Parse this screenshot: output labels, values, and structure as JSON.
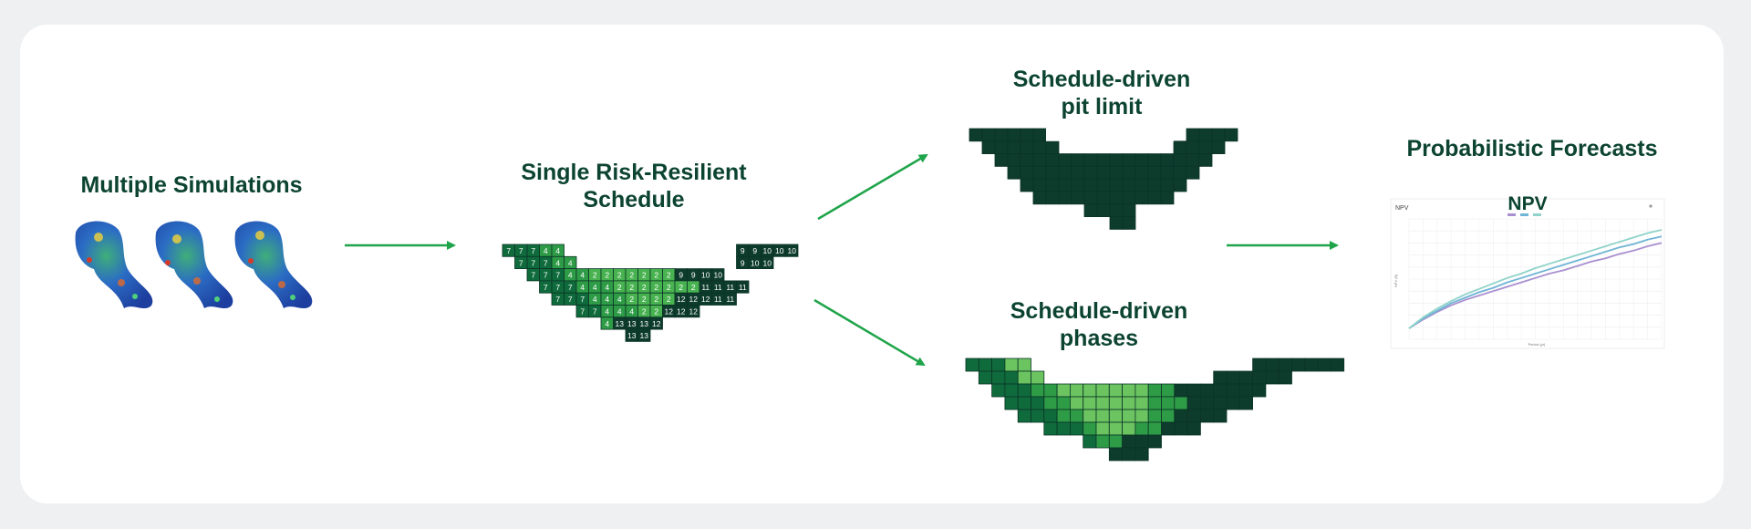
{
  "titles": {
    "sims": "Multiple Simulations",
    "schedule": "Single Risk-Resilient\nSchedule",
    "pit": "Schedule-driven\npit limit",
    "phases": "Schedule-driven\nphases",
    "forecasts": "Probabilistic Forecasts"
  },
  "colors": {
    "title": "#0c4431",
    "arrow": "#1fa44a",
    "dark": "#0d3b2c",
    "mid": "#177a40",
    "green": "#3da748",
    "light": "#6cc461"
  },
  "schedule_rows": [
    [
      "7",
      "7",
      "7",
      "4",
      "4",
      "",
      "",
      "",
      "",
      "",
      "",
      "",
      "",
      "",
      "",
      "",
      "",
      "",
      "",
      "9",
      "9",
      "10",
      "10",
      "10"
    ],
    [
      "",
      "7",
      "7",
      "7",
      "4",
      "4",
      "",
      "",
      "",
      "",
      "",
      "",
      "",
      "",
      "",
      "",
      "",
      "",
      "",
      "9",
      "10",
      "10",
      "",
      ""
    ],
    [
      "",
      "",
      "7",
      "7",
      "7",
      "4",
      "4",
      "2",
      "2",
      "2",
      "2",
      "2",
      "2",
      "2",
      "9",
      "9",
      "10",
      "10",
      "",
      "",
      "",
      "",
      "",
      ""
    ],
    [
      "",
      "",
      "",
      "7",
      "7",
      "7",
      "4",
      "4",
      "4",
      "2",
      "2",
      "2",
      "2",
      "2",
      "2",
      "2",
      "11",
      "11",
      "11",
      "11",
      "",
      "",
      "",
      ""
    ],
    [
      "",
      "",
      "",
      "",
      "7",
      "7",
      "7",
      "4",
      "4",
      "4",
      "2",
      "2",
      "2",
      "2",
      "12",
      "12",
      "12",
      "11",
      "11",
      "",
      "",
      "",
      "",
      ""
    ],
    [
      "",
      "",
      "",
      "",
      "",
      "",
      "7",
      "7",
      "4",
      "4",
      "4",
      "2",
      "2",
      "12",
      "12",
      "12",
      "",
      "",
      "",
      "",
      "",
      "",
      "",
      ""
    ],
    [
      "",
      "",
      "",
      "",
      "",
      "",
      "",
      "",
      "4",
      "13",
      "13",
      "13",
      "12",
      "",
      "",
      "",
      "",
      "",
      "",
      "",
      "",
      "",
      "",
      ""
    ],
    [
      "",
      "",
      "",
      "",
      "",
      "",
      "",
      "",
      "",
      "",
      "13",
      "13",
      "",
      "",
      "",
      "",
      "",
      "",
      "",
      "",
      "",
      "",
      "",
      ""
    ]
  ],
  "npv_chart": {
    "title": "NPV",
    "panel_label": "NPV",
    "ylabel": "NPV ($)",
    "xlabel": "Period (yr)",
    "chart_data": {
      "type": "line",
      "x": [
        1,
        2,
        3,
        4,
        5,
        6,
        7,
        8,
        9,
        10,
        11,
        12,
        13,
        14,
        15,
        16,
        17,
        18,
        19
      ],
      "series": [
        {
          "values": [
            10,
            18,
            25,
            31,
            36,
            40,
            44,
            48,
            52,
            56,
            60,
            63,
            67,
            71,
            74,
            78,
            81,
            85,
            88
          ]
        },
        {
          "values": [
            10,
            19,
            26,
            33,
            38,
            43,
            47,
            52,
            56,
            60,
            64,
            68,
            72,
            76,
            80,
            84,
            87,
            91,
            94
          ]
        },
        {
          "values": [
            10,
            20,
            28,
            35,
            41,
            46,
            51,
            56,
            60,
            65,
            69,
            73,
            77,
            81,
            85,
            89,
            93,
            97,
            100
          ]
        }
      ],
      "series_colors": [
        "#a98fd0",
        "#6fb4d6",
        "#8fd3c9"
      ],
      "ylim": [
        0,
        110
      ]
    }
  }
}
